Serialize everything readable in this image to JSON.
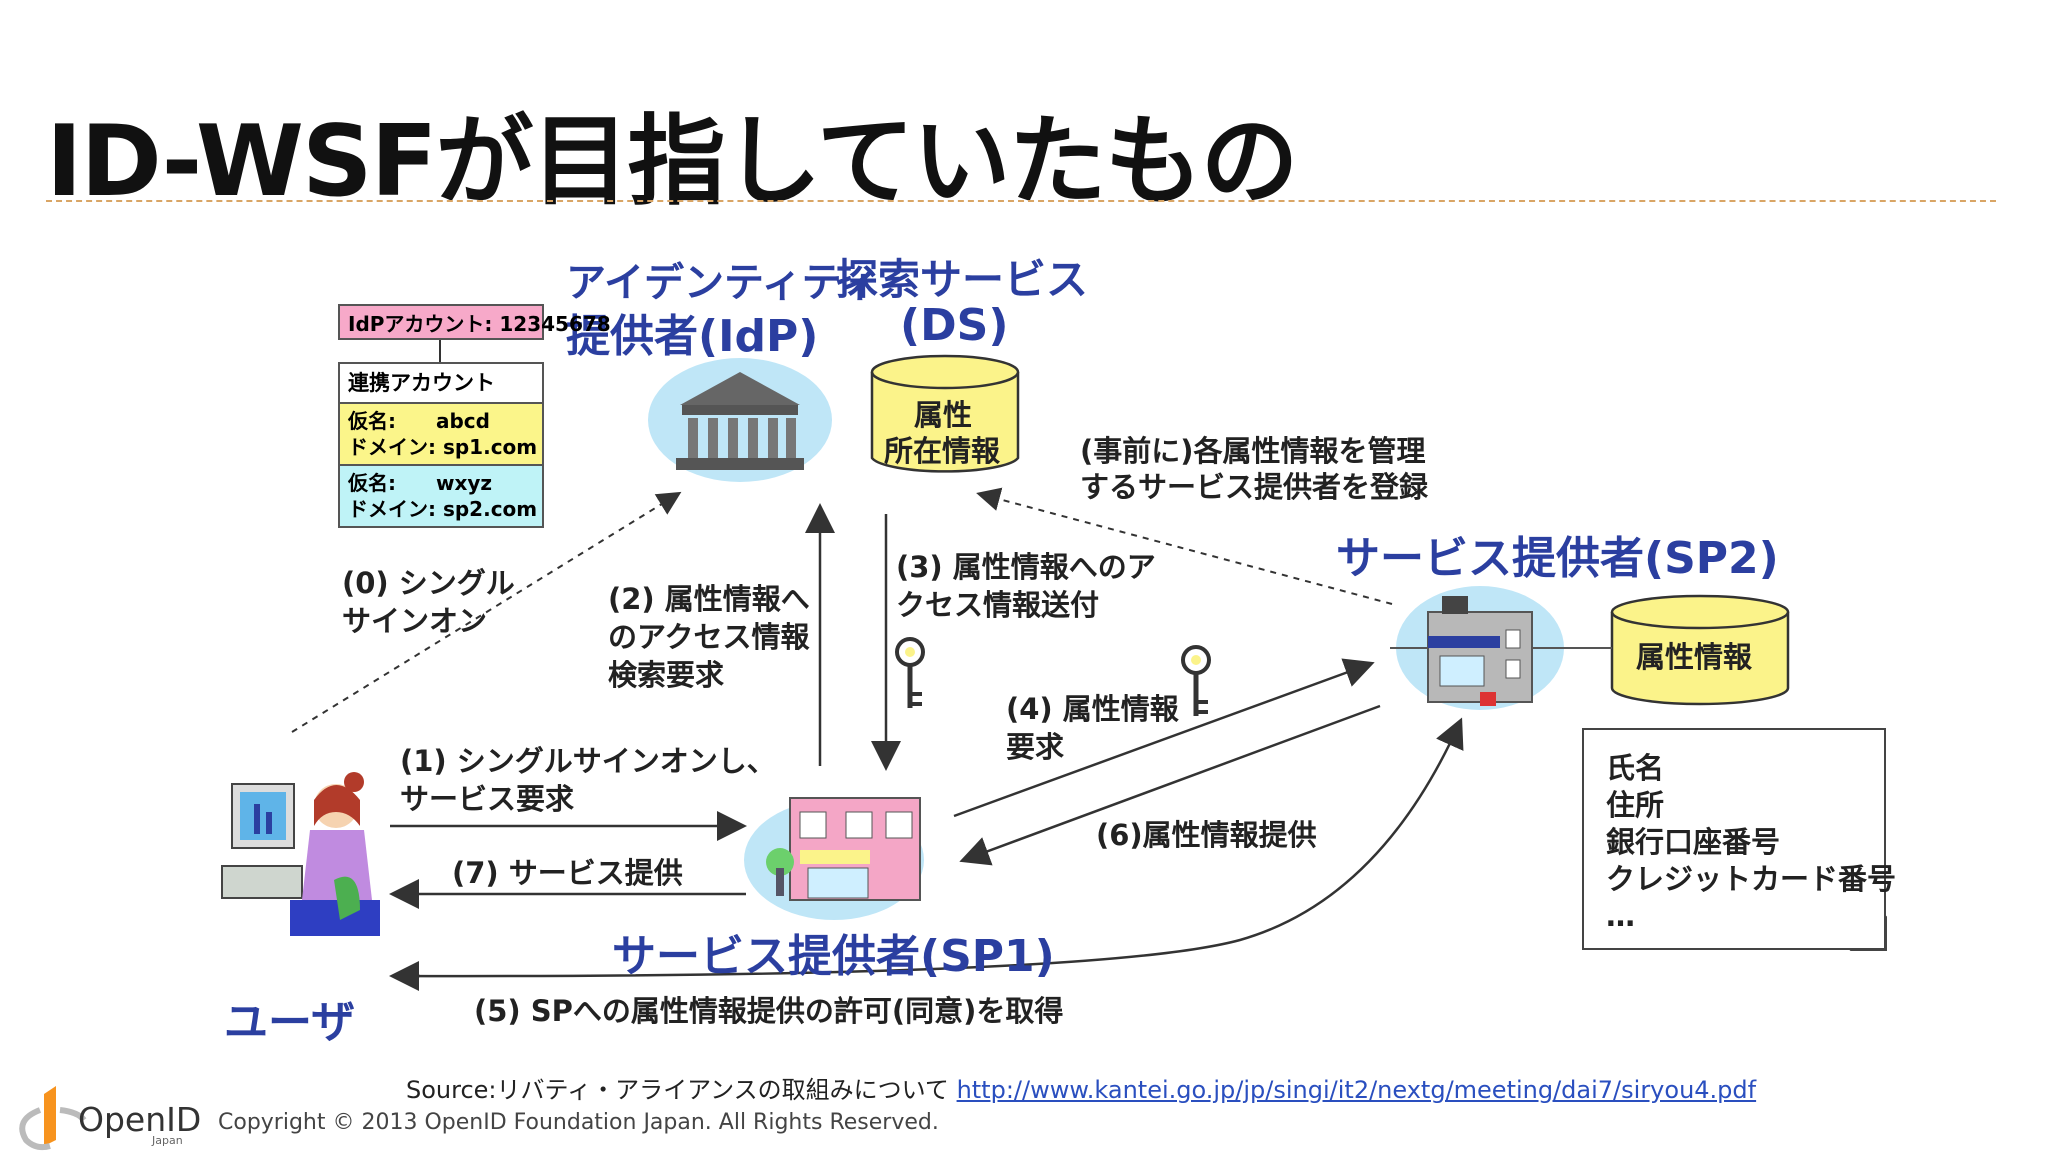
{
  "slide": {
    "title": "ID-WSFが目指していたもの"
  },
  "diagram": {
    "idp_title_line1": "アイデンティティ",
    "idp_title_line2": "提供者(IdP)",
    "ds_title_line1": "探索サービス",
    "ds_title_line2": "(DS)",
    "ds_db_line1": "属性",
    "ds_db_line2": "所在情報",
    "idp_account": "IdPアカウント: 12345678",
    "linked_header": "連携アカウント",
    "linked_row1_line1": "仮名:　　abcd",
    "linked_row1_line2": "ドメイン: sp1.com",
    "linked_row2_line1": "仮名:　　wxyz",
    "linked_row2_line2": "ドメイン: sp2.com",
    "note_line1": "(事前に)各属性情報を管理",
    "note_line2": "するサービス提供者を登録",
    "sp2_title": "サービス提供者(SP2)",
    "sp2_db": "属性情報",
    "sp1_title": "サービス提供者(SP1)",
    "user_title": "ユーザ",
    "step0_line1": "(0)  シングル",
    "step0_line2": "サインオン",
    "step1_line1": "(1) シングルサインオンし、",
    "step1_line2": "サービス要求",
    "step2_line1": "(2) 属性情報へ",
    "step2_line2": "のアクセス情報",
    "step2_line3": "検索要求",
    "step3_line1": "(3) 属性情報へのア",
    "step3_line2": "クセス情報送付",
    "step4_line1": "(4) 属性情報",
    "step4_line2": "要求",
    "step5": "(5) SPへの属性情報提供の許可(同意)を取得",
    "step6": "(6)属性情報提供",
    "step7": "(7) サービス提供",
    "attributes": [
      "氏名",
      "住所",
      "銀行口座番号",
      "クレジットカード番号",
      "…"
    ]
  },
  "footer": {
    "source_prefix": "Source:リバティ・アライアンスの取組みについて",
    "source_url": "http://www.kantei.go.jp/jp/singi/it2/nextg/meeting/dai7/siryou4.pdf",
    "copyright": "Copyright © 2013  OpenID Foundation Japan.  All Rights Reserved.",
    "logo_text": "OpenID",
    "logo_sub": "Japan"
  },
  "colors": {
    "accent_blue": "#2b3fa0",
    "rule": "#d9a565",
    "db_yellow": "#fbf38a",
    "link": "#2a4fbf"
  }
}
